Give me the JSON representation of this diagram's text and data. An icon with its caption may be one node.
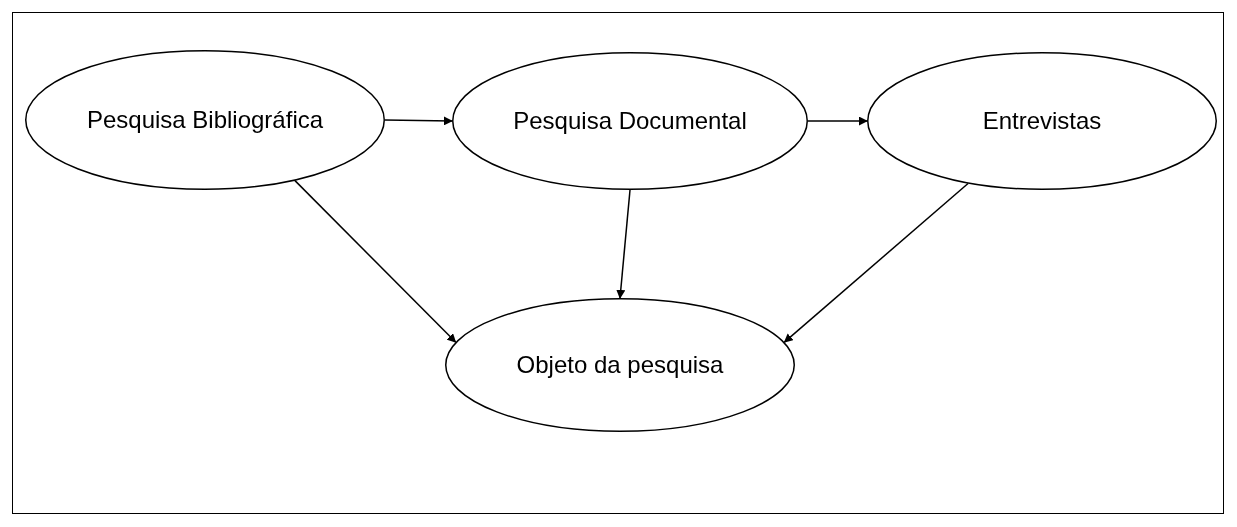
{
  "diagram": {
    "nodes": [
      {
        "text": [
          "Pesquisa Bibliográfica"
        ]
      },
      {
        "text": [
          "Pesquisa Documental"
        ]
      },
      {
        "text": [
          "Entrevistas"
        ]
      },
      {
        "text": [
          "Objeto da pesquisa"
        ]
      }
    ],
    "edges": [
      {
        "from": 0,
        "to": 1,
        "arrow": "to"
      },
      {
        "from": 1,
        "to": 2,
        "arrow": "to"
      },
      {
        "from": 1,
        "to": 3,
        "arrow": "to"
      },
      {
        "from": 0,
        "to": 3,
        "arrow": "to"
      },
      {
        "from": 2,
        "to": 3,
        "arrow": "to"
      }
    ]
  }
}
